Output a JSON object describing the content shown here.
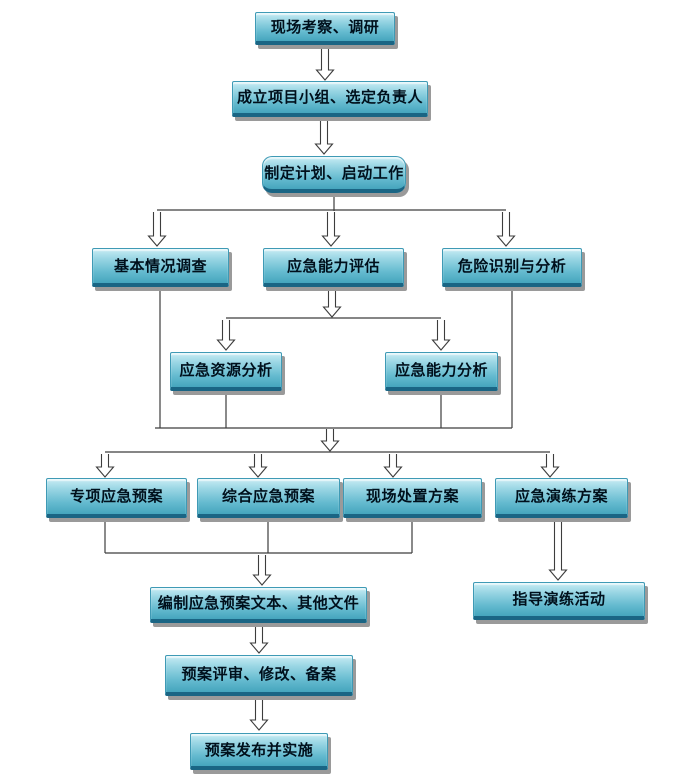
{
  "flowchart": {
    "nodes": [
      {
        "label": "现场考察、调研"
      },
      {
        "label": "成立项目小组、选定负责人"
      },
      {
        "label": "制定计划、启动工作"
      },
      {
        "label": "基本情况调查"
      },
      {
        "label": "应急能力评估"
      },
      {
        "label": "危险识别与分析"
      },
      {
        "label": "应急资源分析"
      },
      {
        "label": "应急能力分析"
      },
      {
        "label": "专项应急预案"
      },
      {
        "label": "综合应急预案"
      },
      {
        "label": "现场处置方案"
      },
      {
        "label": "应急演练方案"
      },
      {
        "label": "编制应急预案文本、其他文件"
      },
      {
        "label": "指导演练活动"
      },
      {
        "label": "预案评审、修改、备案"
      },
      {
        "label": "预案发布并实施"
      }
    ],
    "edges": [
      [
        0,
        1
      ],
      [
        1,
        2
      ],
      [
        2,
        3
      ],
      [
        2,
        4
      ],
      [
        2,
        5
      ],
      [
        4,
        6
      ],
      [
        4,
        7
      ],
      [
        3,
        8
      ],
      [
        3,
        9
      ],
      [
        3,
        10
      ],
      [
        3,
        11
      ],
      [
        6,
        8
      ],
      [
        6,
        9
      ],
      [
        6,
        10
      ],
      [
        6,
        11
      ],
      [
        7,
        8
      ],
      [
        7,
        9
      ],
      [
        7,
        10
      ],
      [
        7,
        11
      ],
      [
        5,
        8
      ],
      [
        5,
        9
      ],
      [
        5,
        10
      ],
      [
        5,
        11
      ],
      [
        8,
        12
      ],
      [
        9,
        12
      ],
      [
        10,
        12
      ],
      [
        11,
        13
      ],
      [
        12,
        14
      ],
      [
        14,
        15
      ]
    ],
    "colors": {
      "box_gradient_top": "#c8ecf4",
      "box_gradient_bottom": "#45a5bd",
      "box_edge_dark": "#1a6584",
      "box_border": "#3f9ab5",
      "shadow": "#9a9a9a",
      "connector": "#3d3d3d",
      "arrow_fill": "#ffffff",
      "text": "#00101c"
    }
  }
}
